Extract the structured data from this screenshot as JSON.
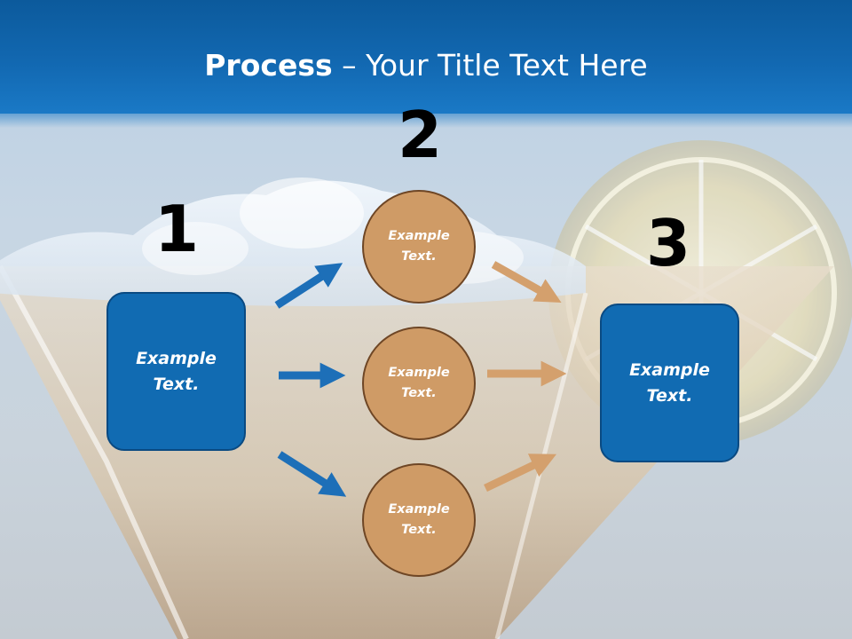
{
  "colors": {
    "title_bar": "#1268b1",
    "box_fill": "#116bb2",
    "box_border": "#0a4a82",
    "circle_fill": "#cf9b66",
    "circle_border": "#6e4625",
    "blue_arrow": "#1d6fb8",
    "tan_arrow": "#d4a06d"
  },
  "title": {
    "bold": "Process",
    "rest": " – Your Title Text Here"
  },
  "steps": {
    "step1": {
      "number": "1",
      "text_line1": "Example",
      "text_line2": "Text."
    },
    "step2": {
      "number": "2",
      "items": [
        {
          "text_line1": "Example",
          "text_line2": "Text."
        },
        {
          "text_line1": "Example",
          "text_line2": "Text."
        },
        {
          "text_line1": "Example",
          "text_line2": "Text."
        }
      ]
    },
    "step3": {
      "number": "3",
      "text_line1": "Example",
      "text_line2": "Text."
    }
  },
  "background_image": "cocktail glass with sugared rim and lemon slice"
}
